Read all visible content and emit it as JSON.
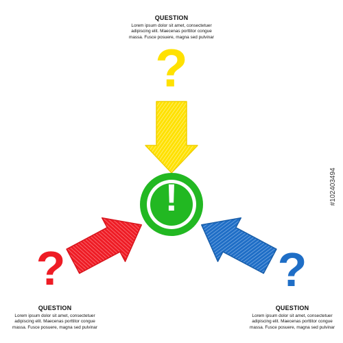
{
  "colors": {
    "yellow": "#ffe100",
    "red": "#ee1c25",
    "blue": "#1f6ec6",
    "green": "#22b822",
    "text": "#111111"
  },
  "blocks": {
    "top": {
      "title": "QUESTION",
      "line1": "Lorem ipsum dolor sit amet, consectetuer",
      "line2": "adipiscing elit. Maecenas porttitor congue",
      "line3": "massa. Fusce posuere, magna sed pulvinar"
    },
    "left": {
      "title": "QUESTION",
      "line1": "Lorem ipsum dolor sit amet, consectetuer",
      "line2": "adipiscing elit. Maecenas porttitor congue",
      "line3": "massa. Fusce posuere, magna sed pulvinar"
    },
    "right": {
      "title": "QUESTION",
      "line1": "Lorem ipsum dolor sit amet, consectetuer",
      "line2": "adipiscing elit. Maecenas porttitor congue",
      "line3": "massa. Fusce posuere, magna sed pulvinar"
    }
  },
  "symbols": {
    "question": "?",
    "exclamation": "!"
  },
  "icons": {
    "center": "exclamation-circle-icon",
    "arrow_top": "arrow-down-icon",
    "arrow_left": "arrow-up-right-icon",
    "arrow_right": "arrow-up-left-icon"
  },
  "watermark": "#102403494"
}
